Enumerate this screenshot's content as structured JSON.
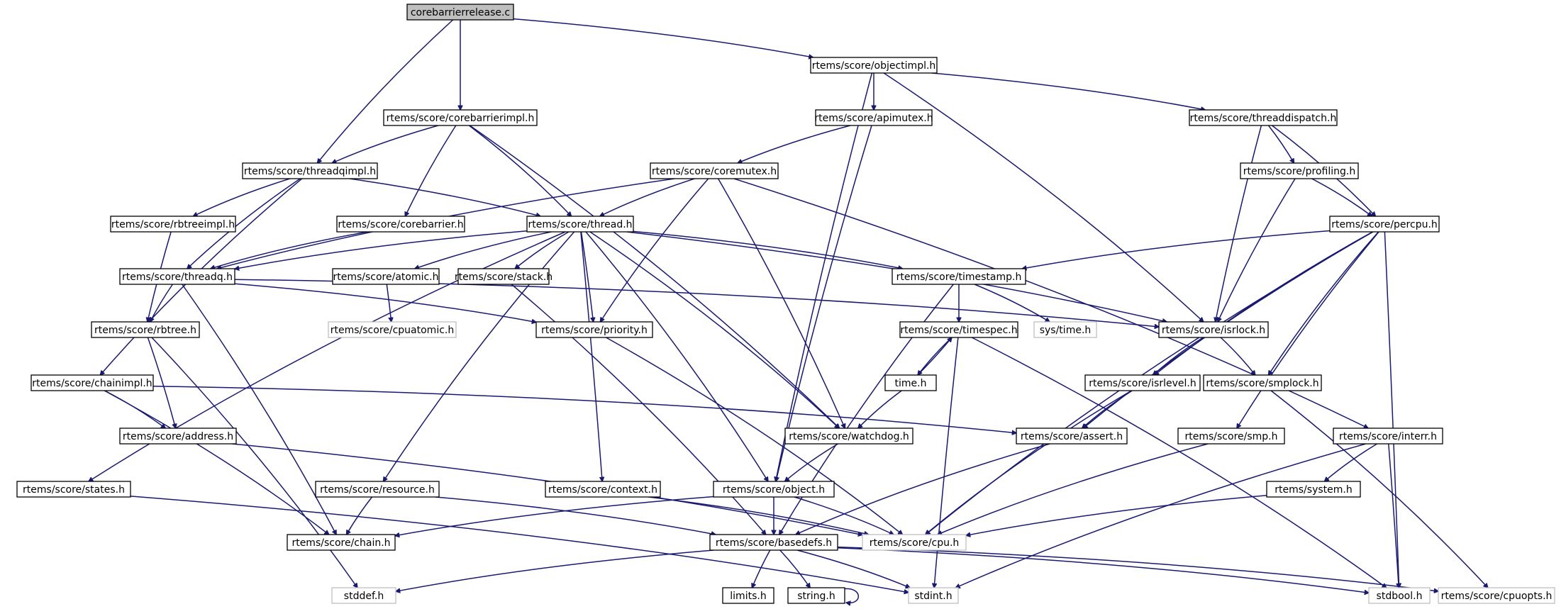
{
  "colors": {
    "edge": "#191970",
    "root_fill": "#bfbfbf",
    "node_border": "#000000",
    "external_border": "#bfbfbf"
  },
  "nodes": [
    {
      "id": "root",
      "label": "corebarrierrelease.c",
      "kind": "root"
    },
    {
      "id": "objectimpl",
      "label": "rtems/score/objectimpl.h",
      "kind": "normal"
    },
    {
      "id": "corebarrierimpl",
      "label": "rtems/score/corebarrierimpl.h",
      "kind": "normal"
    },
    {
      "id": "apimutex",
      "label": "rtems/score/apimutex.h",
      "kind": "normal"
    },
    {
      "id": "threaddispatch",
      "label": "rtems/score/threaddispatch.h",
      "kind": "normal"
    },
    {
      "id": "threadqimpl",
      "label": "rtems/score/threadqimpl.h",
      "kind": "normal"
    },
    {
      "id": "coremutex",
      "label": "rtems/score/coremutex.h",
      "kind": "normal"
    },
    {
      "id": "profiling",
      "label": "rtems/score/profiling.h",
      "kind": "normal"
    },
    {
      "id": "rbtreeimpl",
      "label": "rtems/score/rbtreeimpl.h",
      "kind": "normal"
    },
    {
      "id": "corebarrier",
      "label": "rtems/score/corebarrier.h",
      "kind": "normal"
    },
    {
      "id": "thread",
      "label": "rtems/score/thread.h",
      "kind": "normal"
    },
    {
      "id": "percpu",
      "label": "rtems/score/percpu.h",
      "kind": "normal"
    },
    {
      "id": "threadq",
      "label": "rtems/score/threadq.h",
      "kind": "normal"
    },
    {
      "id": "atomic",
      "label": "rtems/score/atomic.h",
      "kind": "normal"
    },
    {
      "id": "stack",
      "label": "rtems/score/stack.h",
      "kind": "normal"
    },
    {
      "id": "timestamp",
      "label": "rtems/score/timestamp.h",
      "kind": "normal"
    },
    {
      "id": "rbtree",
      "label": "rtems/score/rbtree.h",
      "kind": "normal"
    },
    {
      "id": "cpuatomic",
      "label": "rtems/score/cpuatomic.h",
      "kind": "external"
    },
    {
      "id": "priority",
      "label": "rtems/score/priority.h",
      "kind": "normal"
    },
    {
      "id": "timespec",
      "label": "rtems/score/timespec.h",
      "kind": "normal"
    },
    {
      "id": "systime",
      "label": "sys/time.h",
      "kind": "external"
    },
    {
      "id": "isrlock",
      "label": "rtems/score/isrlock.h",
      "kind": "normal"
    },
    {
      "id": "chainimpl",
      "label": "rtems/score/chainimpl.h",
      "kind": "normal"
    },
    {
      "id": "timeh",
      "label": "time.h",
      "kind": "normal"
    },
    {
      "id": "isrlevel",
      "label": "rtems/score/isrlevel.h",
      "kind": "normal"
    },
    {
      "id": "smplock",
      "label": "rtems/score/smplock.h",
      "kind": "normal"
    },
    {
      "id": "address",
      "label": "rtems/score/address.h",
      "kind": "normal"
    },
    {
      "id": "watchdog",
      "label": "rtems/score/watchdog.h",
      "kind": "normal"
    },
    {
      "id": "assert",
      "label": "rtems/score/assert.h",
      "kind": "normal"
    },
    {
      "id": "smp",
      "label": "rtems/score/smp.h",
      "kind": "normal"
    },
    {
      "id": "interr",
      "label": "rtems/score/interr.h",
      "kind": "normal"
    },
    {
      "id": "states",
      "label": "rtems/score/states.h",
      "kind": "normal"
    },
    {
      "id": "resource",
      "label": "rtems/score/resource.h",
      "kind": "normal"
    },
    {
      "id": "context",
      "label": "rtems/score/context.h",
      "kind": "normal"
    },
    {
      "id": "object",
      "label": "rtems/score/object.h",
      "kind": "normal"
    },
    {
      "id": "system",
      "label": "rtems/system.h",
      "kind": "normal"
    },
    {
      "id": "chain",
      "label": "rtems/score/chain.h",
      "kind": "normal"
    },
    {
      "id": "basedefs",
      "label": "rtems/score/basedefs.h",
      "kind": "normal"
    },
    {
      "id": "cpu",
      "label": "rtems/score/cpu.h",
      "kind": "external"
    },
    {
      "id": "stddef",
      "label": "stddef.h",
      "kind": "external"
    },
    {
      "id": "limits",
      "label": "limits.h",
      "kind": "normal"
    },
    {
      "id": "string",
      "label": "string.h",
      "kind": "normal"
    },
    {
      "id": "stdint",
      "label": "stdint.h",
      "kind": "external"
    },
    {
      "id": "stdbool",
      "label": "stdbool.h",
      "kind": "external"
    },
    {
      "id": "cpuopts",
      "label": "rtems/score/cpuopts.h",
      "kind": "external"
    }
  ],
  "edges": [
    [
      "root",
      "threadqimpl"
    ],
    [
      "root",
      "corebarrierimpl"
    ],
    [
      "root",
      "objectimpl"
    ],
    [
      "objectimpl",
      "object"
    ],
    [
      "objectimpl",
      "apimutex"
    ],
    [
      "objectimpl",
      "isrlock"
    ],
    [
      "objectimpl",
      "threaddispatch"
    ],
    [
      "corebarrierimpl",
      "threadqimpl"
    ],
    [
      "corebarrierimpl",
      "corebarrier"
    ],
    [
      "corebarrierimpl",
      "thread"
    ],
    [
      "corebarrierimpl",
      "watchdog"
    ],
    [
      "apimutex",
      "coremutex"
    ],
    [
      "apimutex",
      "object"
    ],
    [
      "threaddispatch",
      "isrlock"
    ],
    [
      "threaddispatch",
      "profiling"
    ],
    [
      "threaddispatch",
      "percpu"
    ],
    [
      "threadqimpl",
      "rbtreeimpl"
    ],
    [
      "threadqimpl",
      "threadq"
    ],
    [
      "threadqimpl",
      "thread"
    ],
    [
      "threadqimpl",
      "chainimpl"
    ],
    [
      "coremutex",
      "thread"
    ],
    [
      "coremutex",
      "threadq"
    ],
    [
      "coremutex",
      "priority"
    ],
    [
      "coremutex",
      "watchdog"
    ],
    [
      "coremutex",
      "interr"
    ],
    [
      "profiling",
      "percpu"
    ],
    [
      "profiling",
      "isrlock"
    ],
    [
      "rbtreeimpl",
      "rbtree"
    ],
    [
      "corebarrier",
      "threadq"
    ],
    [
      "thread",
      "threadq"
    ],
    [
      "thread",
      "atomic"
    ],
    [
      "thread",
      "stack"
    ],
    [
      "thread",
      "timestamp"
    ],
    [
      "thread",
      "priority"
    ],
    [
      "thread",
      "isrlock"
    ],
    [
      "thread",
      "states"
    ],
    [
      "thread",
      "resource"
    ],
    [
      "thread",
      "context"
    ],
    [
      "thread",
      "object"
    ],
    [
      "thread",
      "watchdog"
    ],
    [
      "percpu",
      "timestamp"
    ],
    [
      "percpu",
      "isrlevel"
    ],
    [
      "percpu",
      "smplock"
    ],
    [
      "percpu",
      "assert"
    ],
    [
      "percpu",
      "smp"
    ],
    [
      "percpu",
      "cpu"
    ],
    [
      "percpu",
      "stdbool"
    ],
    [
      "threadq",
      "rbtree"
    ],
    [
      "threadq",
      "chain"
    ],
    [
      "threadq",
      "priority"
    ],
    [
      "threadq",
      "isrlock"
    ],
    [
      "atomic",
      "cpuatomic"
    ],
    [
      "stack",
      "basedefs"
    ],
    [
      "timestamp",
      "timespec"
    ],
    [
      "timestamp",
      "systime"
    ],
    [
      "timestamp",
      "basedefs"
    ],
    [
      "rbtree",
      "address"
    ],
    [
      "rbtree",
      "stddef"
    ],
    [
      "priority",
      "cpu"
    ],
    [
      "timespec",
      "timeh"
    ],
    [
      "timespec",
      "stdint"
    ],
    [
      "timespec",
      "stdbool"
    ],
    [
      "isrlock",
      "isrlevel"
    ],
    [
      "isrlock",
      "smplock"
    ],
    [
      "chainimpl",
      "address"
    ],
    [
      "chainimpl",
      "chain"
    ],
    [
      "chainimpl",
      "assert"
    ],
    [
      "timeh",
      "timespec"
    ],
    [
      "timeh",
      "watchdog"
    ],
    [
      "isrlevel",
      "assert"
    ],
    [
      "isrlevel",
      "cpu"
    ],
    [
      "smplock",
      "cpuopts"
    ],
    [
      "address",
      "cpu"
    ],
    [
      "watchdog",
      "object"
    ],
    [
      "assert",
      "basedefs"
    ],
    [
      "smp",
      "cpu"
    ],
    [
      "interr",
      "system"
    ],
    [
      "interr",
      "stdbool"
    ],
    [
      "interr",
      "stdint"
    ],
    [
      "states",
      "stdint"
    ],
    [
      "resource",
      "chain"
    ],
    [
      "resource",
      "basedefs"
    ],
    [
      "context",
      "cpu"
    ],
    [
      "object",
      "chain"
    ],
    [
      "object",
      "basedefs"
    ],
    [
      "object",
      "cpu"
    ],
    [
      "system",
      "cpu"
    ],
    [
      "basedefs",
      "stddef"
    ],
    [
      "basedefs",
      "limits"
    ],
    [
      "basedefs",
      "string"
    ],
    [
      "basedefs",
      "stdint"
    ],
    [
      "basedefs",
      "stdbool"
    ],
    [
      "basedefs",
      "cpuopts"
    ],
    [
      "string",
      "string"
    ]
  ]
}
